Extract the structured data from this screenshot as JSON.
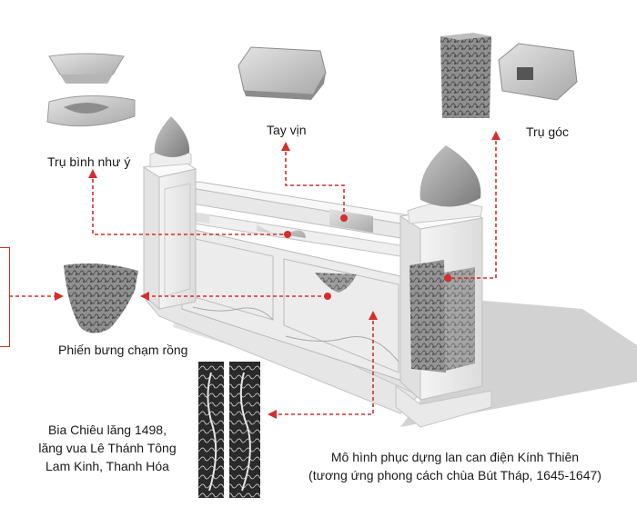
{
  "labels": {
    "tru_binh_nhu_y": "Trụ bình như ý",
    "tay_vin": "Tay vịn",
    "tru_goc": "Trụ góc",
    "phien_bung": "Phiến bưng chạm rồng",
    "bia_line1": "Bia Chiêu lăng 1498,",
    "bia_line2": "lăng vua Lê Thánh Tông",
    "bia_line3": "Lam Kinh, Thanh Hóa",
    "model_line1": "Mô hình phục dựng lan can điện Kính Thiên",
    "model_line2": "(tương ứng phong cách chùa Bút Tháp, 1645-1647)"
  },
  "colors": {
    "connector": "#d62d2d",
    "stone": "#d6d6d6",
    "stone_dark": "#9a9a9a",
    "model_white": "#f1f1f1"
  }
}
